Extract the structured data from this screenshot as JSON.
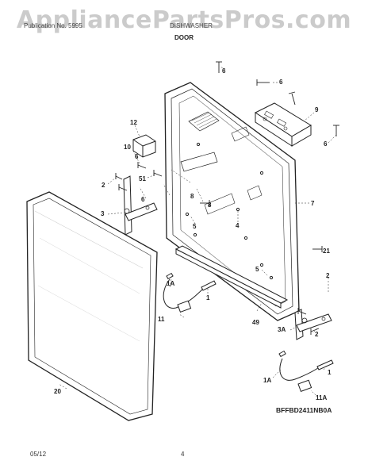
{
  "header": {
    "watermark": "AppliancePartsPros.com",
    "left_text": "Publication No. 5995",
    "center_text": "DISHWASHER",
    "section_title": "DOOR"
  },
  "callouts": {
    "c1": "6",
    "c2": "6",
    "c3": "9",
    "c4": "6",
    "c5": "12",
    "c6": "10",
    "c7": "6",
    "c8": "51",
    "c9": "2",
    "c10": "6",
    "c11": "8",
    "c12": "8",
    "c13": "3",
    "c14": "4",
    "c15": "5",
    "c16": "7",
    "c17": "21",
    "c18": "5",
    "c19": "2",
    "c20": "1A",
    "c21": "1",
    "c22": "11",
    "c23": "49",
    "c24": "3A",
    "c25": "2",
    "c26": "20",
    "c27": "1A",
    "c28": "1",
    "c29": "11A"
  },
  "footer": {
    "diagram_code": "BFFBD2411NB0A",
    "date": "05/12",
    "page_number": "4"
  }
}
